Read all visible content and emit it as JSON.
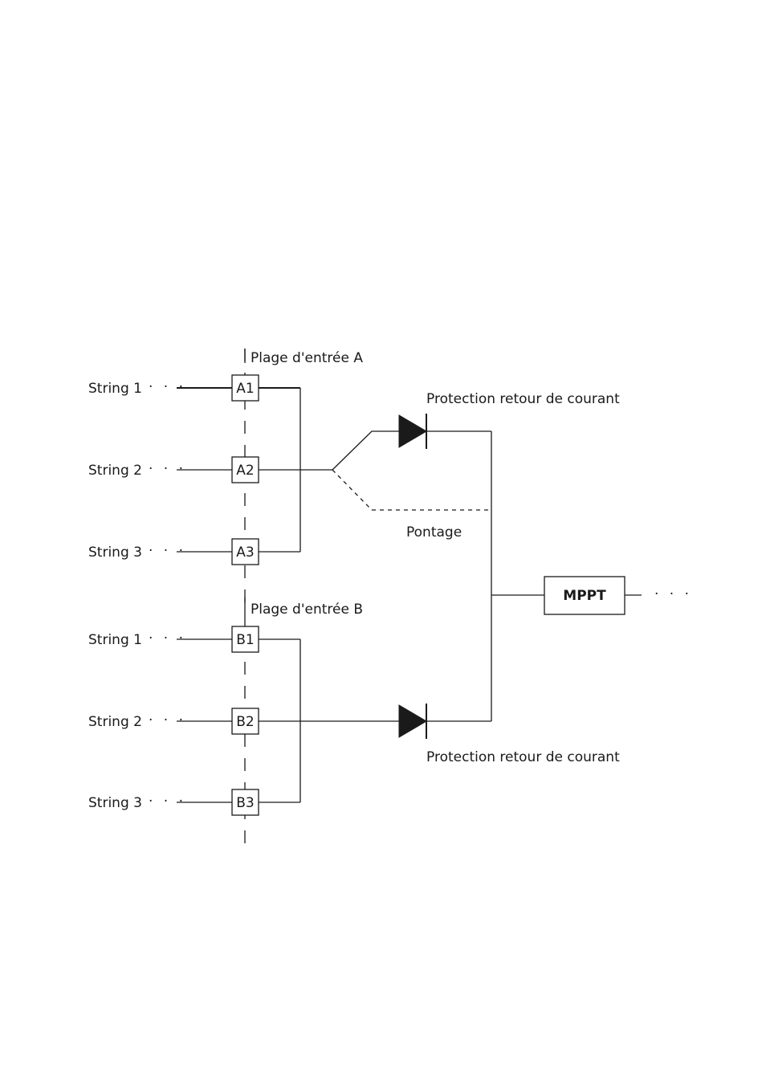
{
  "input_range_a": {
    "title": "Plage d'entrée A",
    "strings": [
      {
        "label": "String 1",
        "dots": "· · ·",
        "terminal": "A1"
      },
      {
        "label": "String 2",
        "dots": "· · ·",
        "terminal": "A2"
      },
      {
        "label": "String 3",
        "dots": "· · ·",
        "terminal": "A3"
      }
    ]
  },
  "input_range_b": {
    "title": "Plage d'entrée B",
    "strings": [
      {
        "label": "String 1",
        "dots": "· · ·",
        "terminal": "B1"
      },
      {
        "label": "String 2",
        "dots": "· · ·",
        "terminal": "B2"
      },
      {
        "label": "String 3",
        "dots": "· · ·",
        "terminal": "B3"
      }
    ]
  },
  "diode_top_label": "Protection retour de courant",
  "diode_bottom_label": "Protection retour de courant",
  "bridge_label": "Pontage",
  "mppt_label": "MPPT",
  "output_dots": "· · ·"
}
